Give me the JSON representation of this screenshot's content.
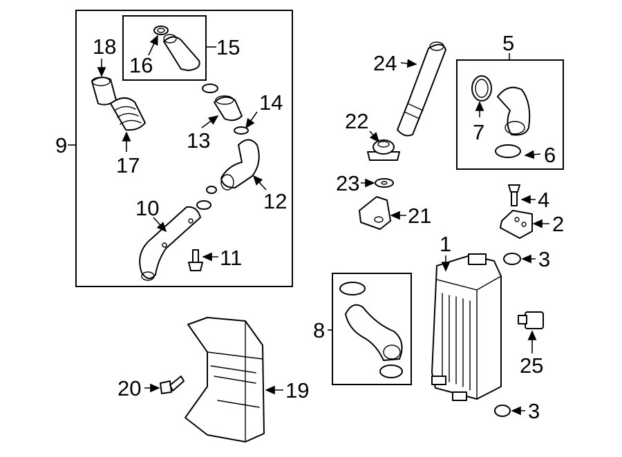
{
  "diagram": {
    "callouts": {
      "c1": "1",
      "c2": "2",
      "c3a": "3",
      "c3b": "3",
      "c4": "4",
      "c5": "5",
      "c6": "6",
      "c7": "7",
      "c8": "8",
      "c9": "9",
      "c10": "10",
      "c11": "11",
      "c12": "12",
      "c13": "13",
      "c14": "14",
      "c15": "15",
      "c16": "16",
      "c17": "17",
      "c18": "18",
      "c19": "19",
      "c20": "20",
      "c21": "21",
      "c22": "22",
      "c23": "23",
      "c24": "24",
      "c25": "25"
    }
  }
}
